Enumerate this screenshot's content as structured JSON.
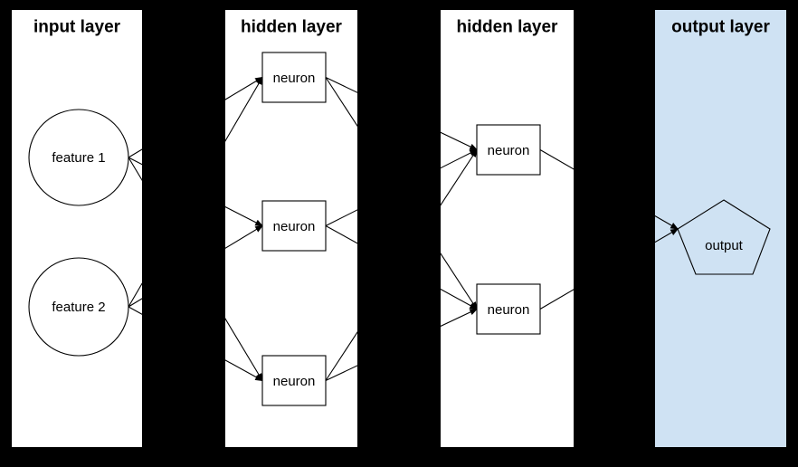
{
  "canvas": {
    "bg": "#000000",
    "stroke": "#000000"
  },
  "layers": [
    {
      "id": "input",
      "title": "input layer",
      "bg": "#ffffff"
    },
    {
      "id": "hidden1",
      "title": "hidden layer",
      "bg": "#ffffff"
    },
    {
      "id": "hidden2",
      "title": "hidden layer",
      "bg": "#ffffff"
    },
    {
      "id": "output",
      "title": "output layer",
      "bg": "#cfe2f3"
    }
  ],
  "nodes": {
    "feature1": {
      "label": "feature 1",
      "shape": "circle",
      "layer": "input"
    },
    "feature2": {
      "label": "feature 2",
      "shape": "circle",
      "layer": "input"
    },
    "h1n1": {
      "label": "neuron",
      "shape": "rect",
      "layer": "hidden1"
    },
    "h1n2": {
      "label": "neuron",
      "shape": "rect",
      "layer": "hidden1"
    },
    "h1n3": {
      "label": "neuron",
      "shape": "rect",
      "layer": "hidden1"
    },
    "h2n1": {
      "label": "neuron",
      "shape": "rect",
      "layer": "hidden2"
    },
    "h2n2": {
      "label": "neuron",
      "shape": "rect",
      "layer": "hidden2"
    },
    "output": {
      "label": "output",
      "shape": "pentagon",
      "layer": "output"
    }
  },
  "connections": [
    [
      "feature1",
      "h1n1"
    ],
    [
      "feature1",
      "h1n2"
    ],
    [
      "feature1",
      "h1n3"
    ],
    [
      "feature2",
      "h1n1"
    ],
    [
      "feature2",
      "h1n2"
    ],
    [
      "feature2",
      "h1n3"
    ],
    [
      "h1n1",
      "h2n1"
    ],
    [
      "h1n1",
      "h2n2"
    ],
    [
      "h1n2",
      "h2n1"
    ],
    [
      "h1n2",
      "h2n2"
    ],
    [
      "h1n3",
      "h2n1"
    ],
    [
      "h1n3",
      "h2n2"
    ],
    [
      "h2n1",
      "output"
    ],
    [
      "h2n2",
      "output"
    ]
  ]
}
